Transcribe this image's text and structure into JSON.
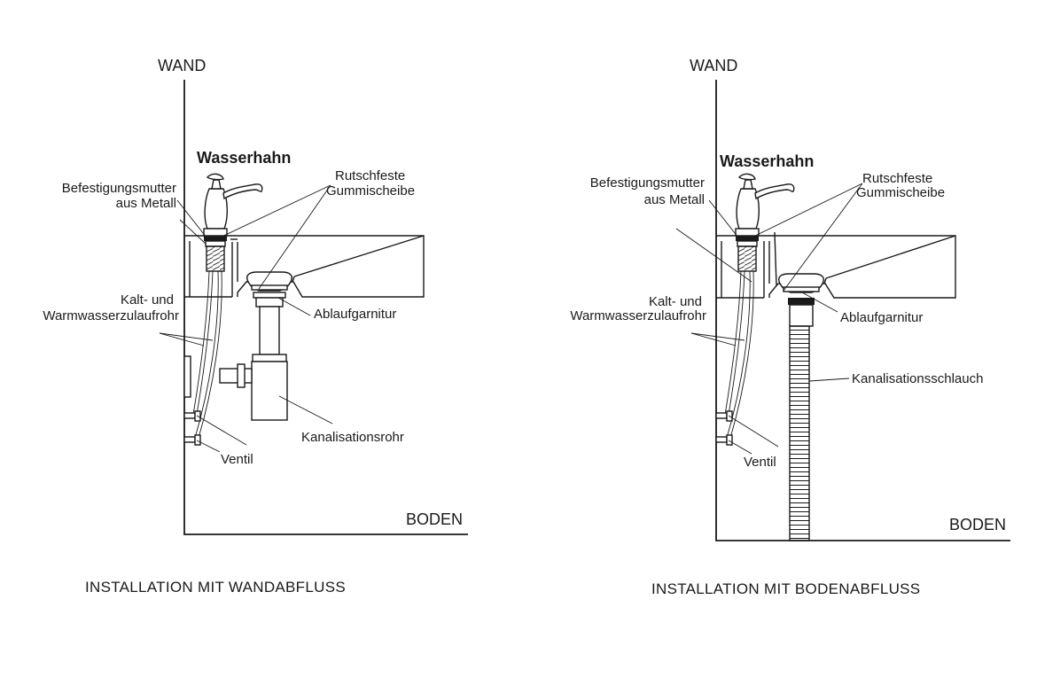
{
  "left": {
    "wall": "WAND",
    "floor": "BODEN",
    "faucet": "Wasserhahn",
    "nut_line1": "Befestigungsmutter",
    "nut_line2": "aus Metall",
    "washer_line1": "Rutschfeste",
    "washer_line2": "Gummischeibe",
    "supply_line1": "Kalt- und",
    "supply_line2": "Warmwasserzulaufrohr",
    "drain_fitting": "Ablaufgarnitur",
    "sewer": "Kanalisationsrohr",
    "valve": "Ventil",
    "caption": "INSTALLATION MIT WANDABFLUSS"
  },
  "right": {
    "wall": "WAND",
    "floor": "BODEN",
    "faucet": "Wasserhahn",
    "nut_line1": "Befestigungsmutter",
    "nut_line2": "aus Metall",
    "washer_line1": "Rutschfeste",
    "washer_line2": "Gummischeibe",
    "supply_line1": "Kalt- und",
    "supply_line2": "Warmwasserzulaufrohr",
    "drain_fitting": "Ablaufgarnitur",
    "sewer_hose": "Kanalisationsschlauch",
    "valve": "Ventil",
    "caption": "INSTALLATION MIT BODENABFLUSS"
  }
}
